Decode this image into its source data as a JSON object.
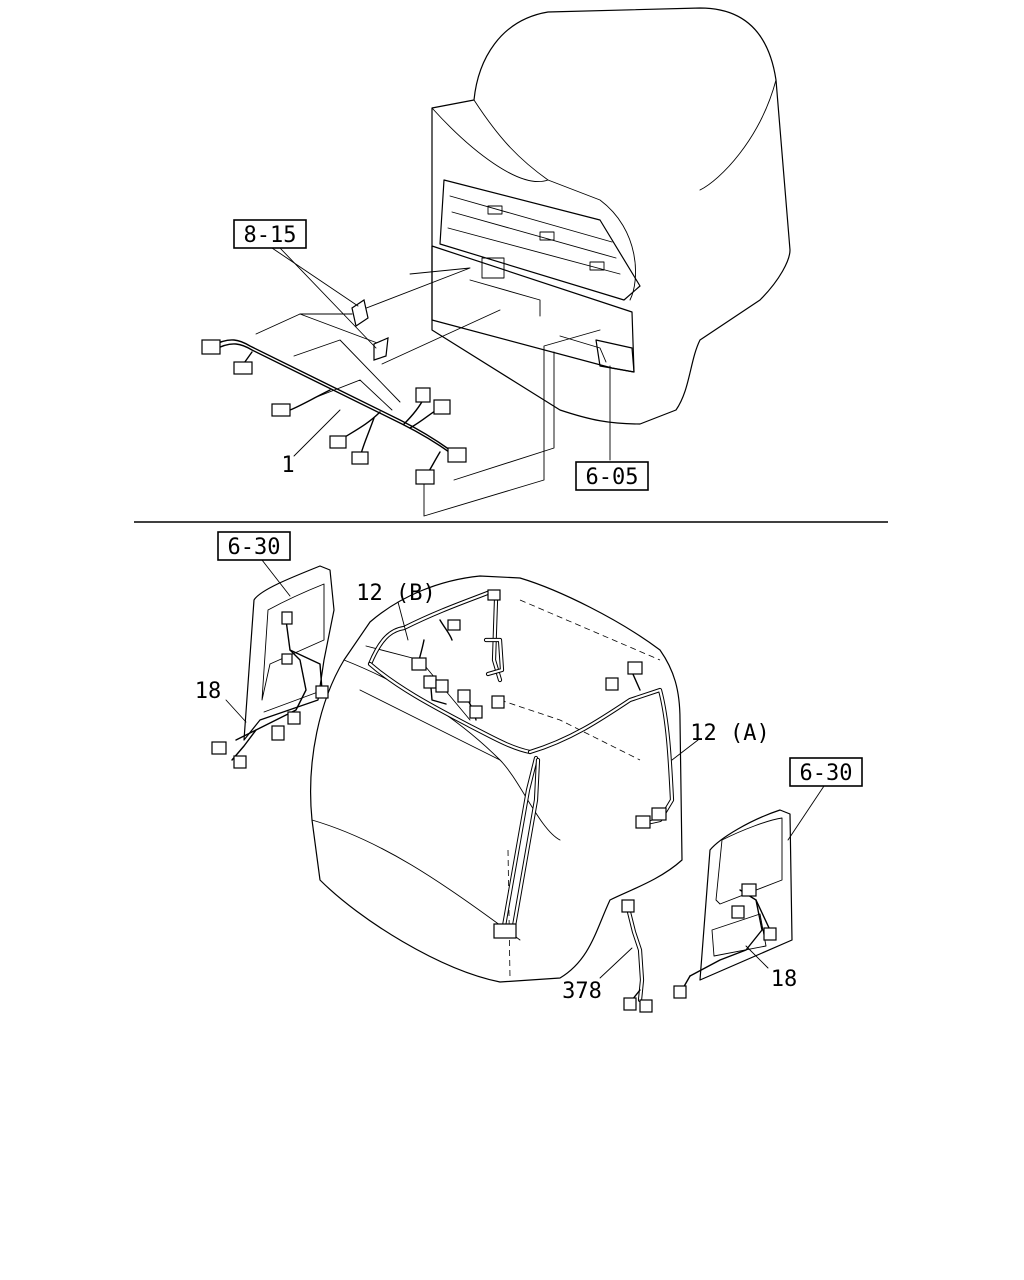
{
  "diagram": {
    "refs": {
      "ref_8_15": "8-15",
      "ref_6_05": "6-05",
      "ref_6_30_left": "6-30",
      "ref_6_30_right": "6-30"
    },
    "parts": {
      "part_1": "1",
      "part_12a": "12 (A)",
      "part_12b": "12 (B)",
      "part_18_left": "18",
      "part_18_right": "18",
      "part_378": "378"
    }
  }
}
